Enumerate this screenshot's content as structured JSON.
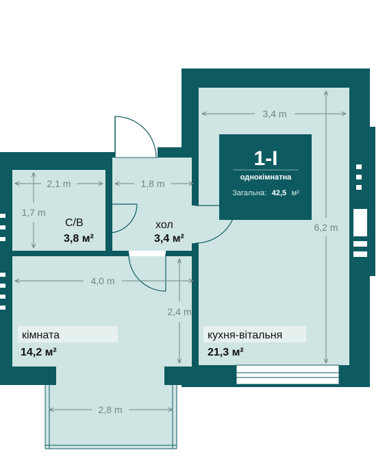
{
  "colors": {
    "wall": "#0d5a60",
    "floor": "#cfe5e3",
    "dimension": "#6f8584",
    "label_bg": "#e5f0ef",
    "badge_bg": "#0d5a60"
  },
  "badge": {
    "title": "1-І",
    "type": "однокімнатна",
    "total_label": "Загальна:",
    "total_value": "42,5",
    "total_unit": "м²"
  },
  "rooms": {
    "bathroom": {
      "name": "С/В",
      "area": "3,8 м²"
    },
    "hall": {
      "name": "хол",
      "area": "3,4 м²"
    },
    "room": {
      "name": "кімната",
      "area": "14,2 м²"
    },
    "kitchen": {
      "name": "кухня-вітальня",
      "area": "21,3 м²"
    }
  },
  "dimensions": {
    "kitchen_width": "3,4 m",
    "kitchen_length": "6,2 m",
    "bath_width": "2,1 m",
    "hall_width": "1,8 m",
    "bath_height": "1,7 m",
    "room_width": "4,0 m",
    "room_height": "2,4 m",
    "balcony_width": "2,8 m"
  },
  "icons": [
    "door-swing-icon",
    "window-icon",
    "dimension-arrow-icon"
  ]
}
